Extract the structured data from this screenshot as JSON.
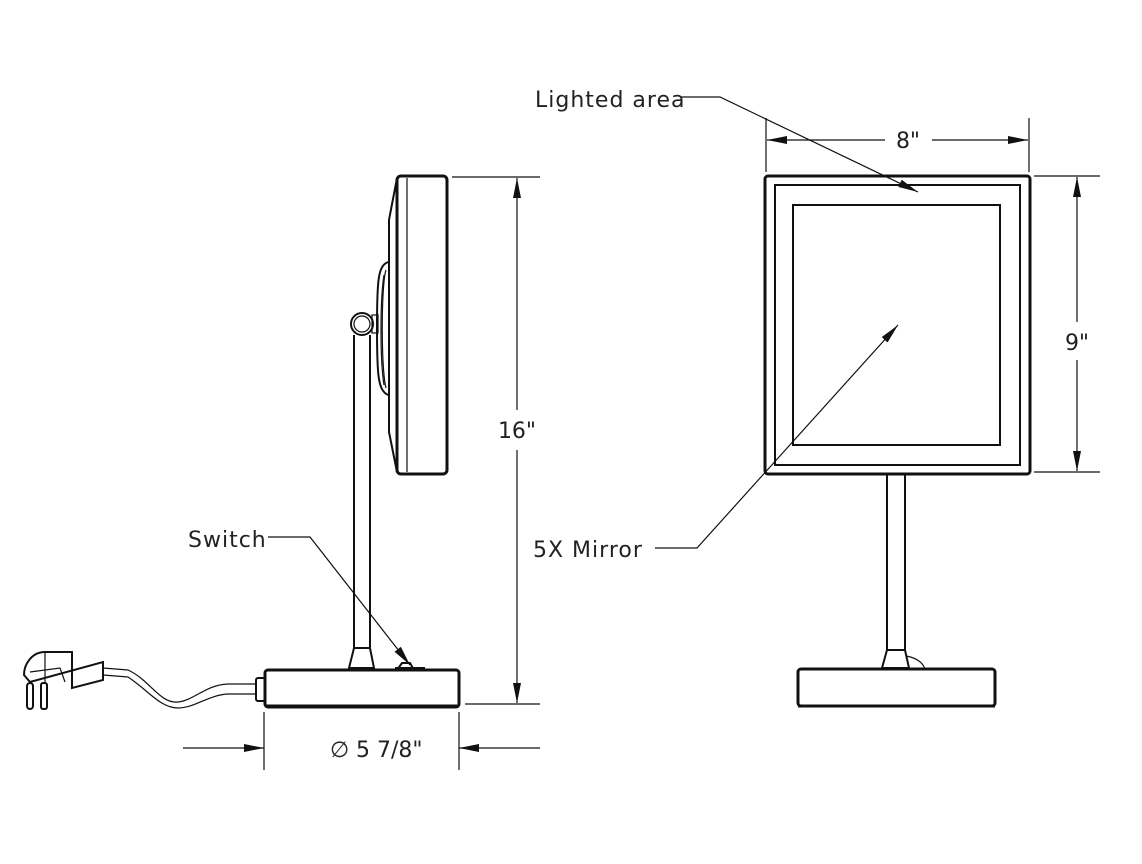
{
  "labels": {
    "lighted_area": "Lighted area",
    "switch": "Switch",
    "mirror": "5X Mirror"
  },
  "dimensions": {
    "width": "8\"",
    "mirror_height": "9\"",
    "total_height": "16\"",
    "base_diameter_symbol": "∅",
    "base_diameter": "5 7/8\""
  }
}
